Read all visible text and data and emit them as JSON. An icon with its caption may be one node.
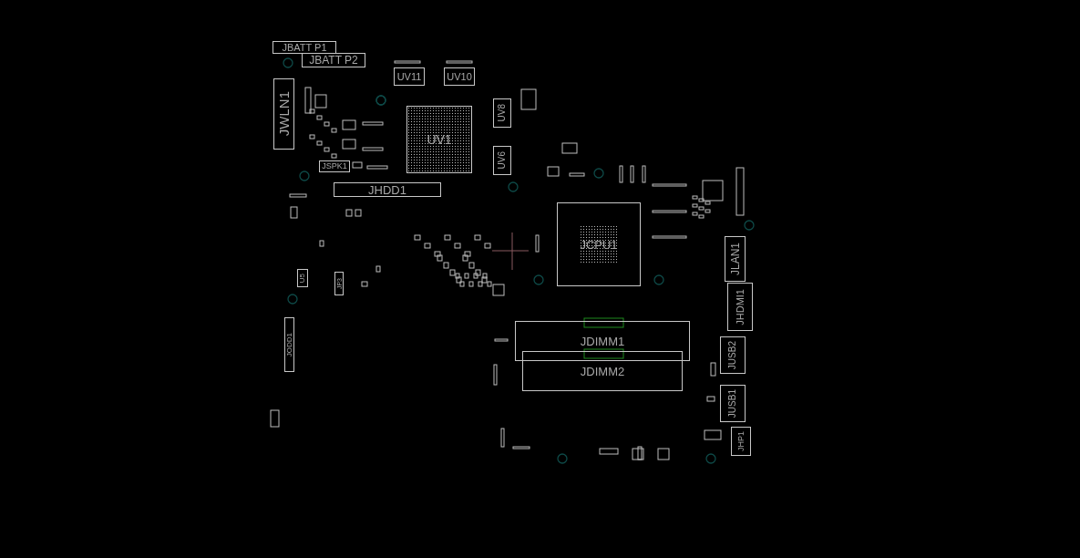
{
  "diagram": {
    "nodes": [
      {
        "text": [
          "JBATT P1"
        ]
      },
      {
        "text": [
          "JBATT P2"
        ]
      },
      {
        "text": [
          "UV11"
        ]
      },
      {
        "text": [
          "UV10"
        ]
      },
      {
        "text": [
          "JWLN1"
        ]
      },
      {
        "text": [
          "UV1"
        ]
      },
      {
        "text": [
          "JSPK1"
        ]
      },
      {
        "text": [
          "JHDD1"
        ]
      },
      {
        "text": [
          "UV8"
        ]
      },
      {
        "text": [
          "UV6"
        ]
      },
      {
        "text": [
          "U5"
        ]
      },
      {
        "text": [
          "JP3"
        ]
      },
      {
        "text": [
          "JODD1"
        ]
      },
      {
        "text": [
          "JCPU1"
        ]
      },
      {
        "text": [
          "JLAN1"
        ]
      },
      {
        "text": [
          "JHDMI1"
        ]
      },
      {
        "text": [
          "JDIMM1"
        ]
      },
      {
        "text": [
          "JDIMM2"
        ]
      },
      {
        "text": [
          "JUSB2"
        ]
      },
      {
        "text": [
          "JUSB1"
        ]
      },
      {
        "text": [
          "JHP1"
        ]
      }
    ]
  }
}
